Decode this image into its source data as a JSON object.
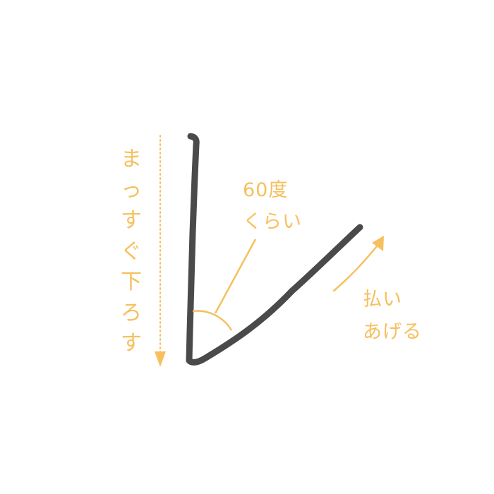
{
  "labels": {
    "vertical_instruction": "まっすぐ下ろす",
    "angle_line1": "60度",
    "angle_line2": "くらい",
    "flick_line1": "払い",
    "flick_line2": "あげる"
  },
  "colors": {
    "stroke": "#4a4a4a",
    "annotation": "#f6c05e",
    "background": "#ffffff"
  }
}
